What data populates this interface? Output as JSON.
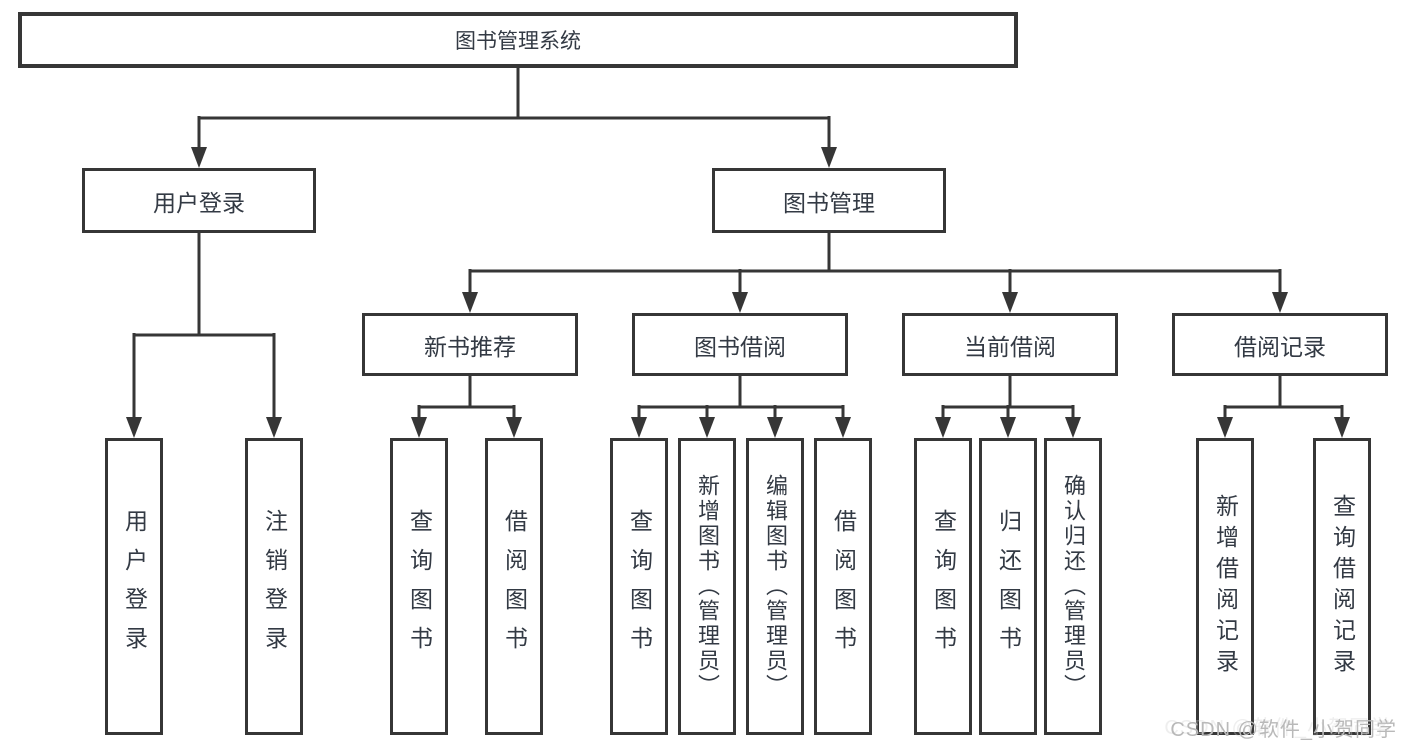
{
  "root": {
    "label": "图书管理系统"
  },
  "level2": [
    {
      "label": "用户登录"
    },
    {
      "label": "图书管理"
    }
  ],
  "level3": [
    {
      "label": "新书推荐"
    },
    {
      "label": "图书借阅"
    },
    {
      "label": "当前借阅"
    },
    {
      "label": "借阅记录"
    }
  ],
  "leaves": {
    "user_login": [
      {
        "label": "用户登录"
      },
      {
        "label": "注销登录"
      }
    ],
    "new_book_recommend": [
      {
        "label": "查询图书"
      },
      {
        "label": "借阅图书"
      }
    ],
    "book_borrow": [
      {
        "label": "查询图书"
      },
      {
        "label": "新增图书（管理员）"
      },
      {
        "label": "编辑图书（管理员）"
      },
      {
        "label": "借阅图书"
      }
    ],
    "current_borrow": [
      {
        "label": "查询图书"
      },
      {
        "label": "归还图书"
      },
      {
        "label": "确认归还（管理员）"
      }
    ],
    "borrow_records": [
      {
        "label": "新增借阅记录"
      },
      {
        "label": "查询借阅记录"
      }
    ]
  },
  "watermark": "CSDN @软件_小贺同学",
  "colors": {
    "line": "#363636",
    "box_border": "#363636",
    "text": "#333a44",
    "background": "#ffffff",
    "watermark": "#b9b9b9"
  }
}
